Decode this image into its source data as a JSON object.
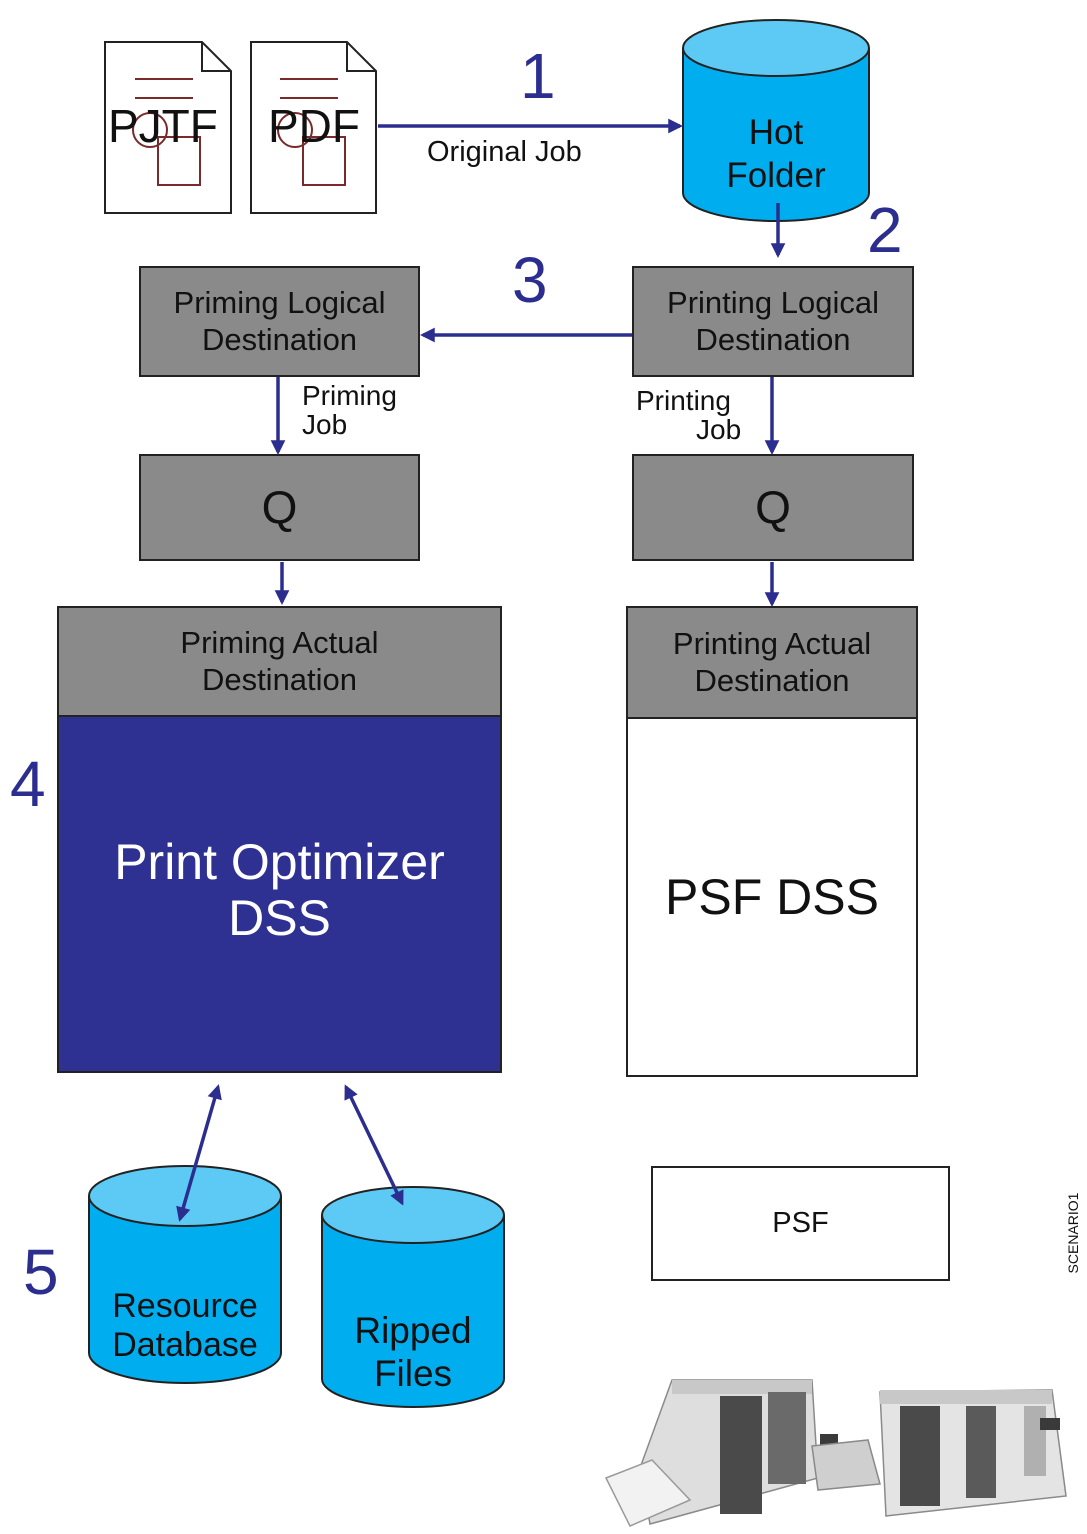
{
  "documents": [
    {
      "label": "PJTF"
    },
    {
      "label": "PDF"
    }
  ],
  "steps": {
    "step1": "1",
    "step2": "2",
    "step3": "3",
    "step4": "4",
    "step5": "5"
  },
  "edge_labels": {
    "original_job": "Original Job",
    "priming_job_line1": "Priming",
    "priming_job_line2": "Job",
    "printing_job_line1": "Printing",
    "printing_job_line2": "Job"
  },
  "hot_folder": {
    "line1": "Hot",
    "line2": "Folder"
  },
  "priming": {
    "logical_line1": "Priming Logical",
    "logical_line2": "Destination",
    "queue": "Q",
    "actual_line1": "Priming Actual",
    "actual_line2": "Destination",
    "dss_line1": "Print Optimizer",
    "dss_line2": "DSS"
  },
  "printing": {
    "logical_line1": "Printing Logical",
    "logical_line2": "Destination",
    "queue": "Q",
    "actual_line1": "Printing Actual",
    "actual_line2": "Destination",
    "dss": "PSF DSS"
  },
  "psf": "PSF",
  "databases": {
    "resource_line1": "Resource",
    "resource_line2": "Database",
    "ripped_line1": "Ripped",
    "ripped_line2": "Files"
  },
  "figure_id": "SCENARIO1",
  "colors": {
    "arrow": "#2b2e8f",
    "cylinder": "#00aeef",
    "cylinder_top": "#5ccaf5",
    "gray_box": "#8a8a8a",
    "dss_box": "#2e3192"
  }
}
